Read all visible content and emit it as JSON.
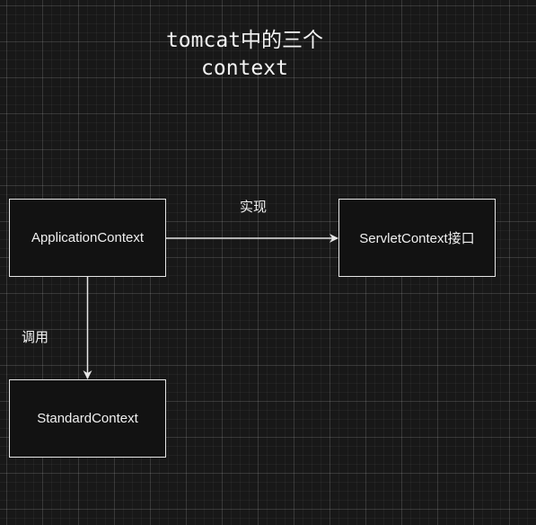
{
  "title": {
    "line1": "tomcat中的三个",
    "line2": "context"
  },
  "nodes": {
    "application_context": "ApplicationContext",
    "servlet_context": "ServletContext接口",
    "standard_context": "StandardContext"
  },
  "edges": {
    "implements_label": "实现",
    "invokes_label": "调用"
  },
  "colors": {
    "background": "#181818",
    "grid": "#2e2e2e",
    "stroke": "#e6e6e6",
    "text": "#f0f0f0"
  }
}
